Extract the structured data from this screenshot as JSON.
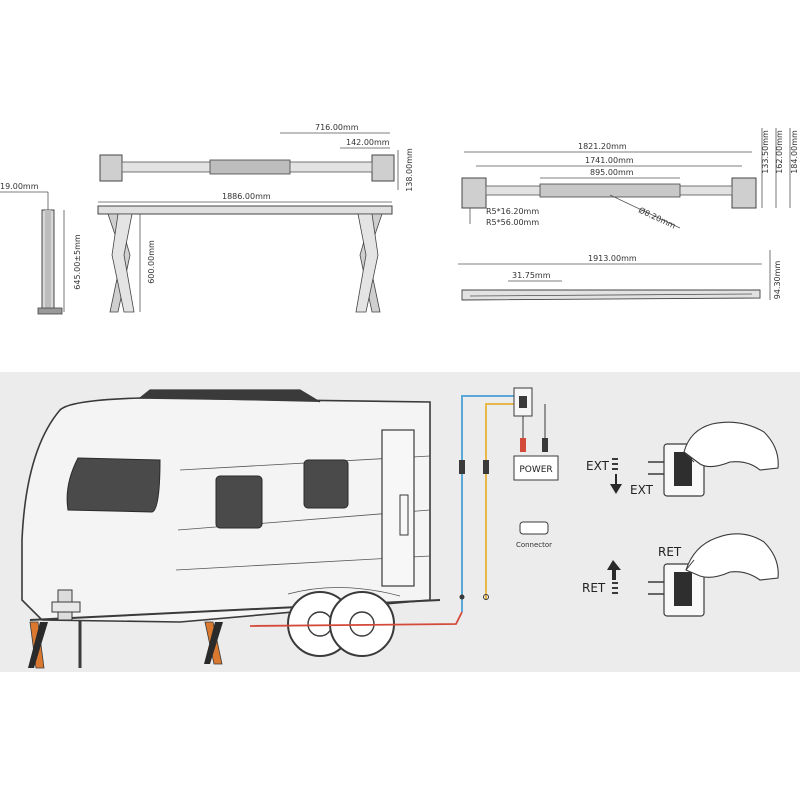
{
  "dimensions": {
    "leg_width": "19.00mm",
    "leg_height": "645.00±5mm",
    "top_half_length": "716.00mm",
    "top_arm": "142.00mm",
    "top_height": "138.00mm",
    "front_length": "1886.00mm",
    "front_height": "600.00mm",
    "right_total": "1821.20mm",
    "right_inner": "1741.00mm",
    "right_bar": "895.00mm",
    "right_diameter": "Ø8.20mm",
    "radius_small": "R5*16.20mm",
    "radius_large": "R5*56.00mm",
    "right_h1": "133.50mm",
    "right_h2": "162.00mm",
    "right_h3": "184.00mm",
    "bottom_length": "1913.00mm",
    "bottom_offset": "31.75mm",
    "bottom_height": "94.30mm"
  },
  "wiring": {
    "power_label": "POWER",
    "connector_label": "Connector"
  },
  "controls": {
    "ext_label": "EXT",
    "ext_press_label": "EXT",
    "ret_label": "RET",
    "ret_press_label": "RET"
  },
  "colors": {
    "wire_blue": "#5aa8d8",
    "wire_yellow": "#e8b84a",
    "wire_red": "#d44a3a",
    "leg_orange": "#d9782e",
    "panel_bg": "#ececec"
  }
}
